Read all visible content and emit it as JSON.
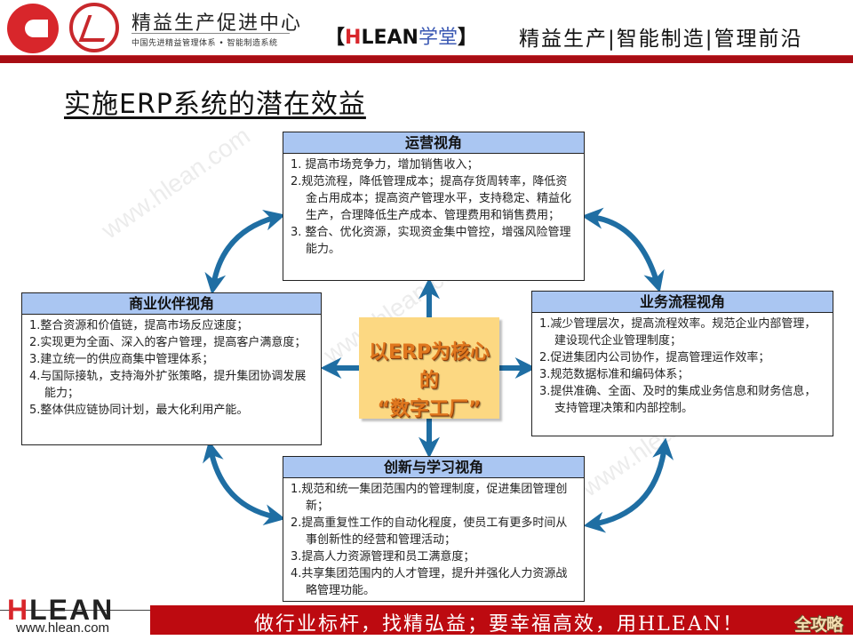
{
  "header": {
    "org_name": "精益生产促进中心",
    "org_subtitle": "中国先进精益管理体系 • 智能制造系统",
    "brand_prefix": "【",
    "brand_h": "H",
    "brand_rest": "LEAN",
    "brand_xuetang": "学堂",
    "brand_suffix": "】",
    "slogan": "精益生产|智能制造|管理前沿",
    "accent_red": "#a80d14"
  },
  "page": {
    "title": "实施ERP系统的潜在效益"
  },
  "watermark": "www.hlean.com",
  "center": {
    "line1": "以ERP为核心的",
    "line2": "“数字工厂”",
    "fill_color": "#fcd882"
  },
  "boxes": {
    "operations": {
      "title": "运营视角",
      "items": [
        "1. 提高市场竞争力，增加销售收入；",
        "2.规范流程，降低管理成本；提高存货周转率，降低资金占用成本；提高资产管理水平，支持稳定、精益化生产，合理降低生产成本、管理费用和销售费用；",
        "3. 整合、优化资源，实现资金集中管控，增强风险管理能力。"
      ]
    },
    "partners": {
      "title": "商业伙伴视角",
      "items": [
        "1.整合资源和价值链，提高市场反应速度；",
        "2.实现更为全面、深入的客户管理，提高客户满意度；",
        "3.建立统一的供应商集中管理体系；",
        "4.与国际接轨，支持海外扩张策略，提升集团协调发展能力；",
        "5.整体供应链协同计划，最大化利用产能。"
      ]
    },
    "process": {
      "title": "业务流程视角",
      "items": [
        "1.减少管理层次，提高流程效率。规范企业内部管理，建设现代企业管理制度；",
        "2.促进集团内公司协作，提高管理运作效率；",
        "3.规范数据标准和编码体系；",
        "3.提供准确、全面、及时的集成业务信息和财务信息，支持管理决策和内部控制。"
      ]
    },
    "innovation": {
      "title": "创新与学习视角",
      "items": [
        "1.规范和统一集团范围内的管理制度，促进集团管理创新；",
        "2.提高重复性工作的自动化程度，使员工有更多时间从事创新性的经营和管理活动；",
        "3.提高人力资源管理和员工满意度；",
        "4.共享集团范围内的人才管理，提升并强化人力资源战略管理功能。"
      ]
    },
    "header_color": "#aac6f2"
  },
  "arrows": {
    "color": "#1f6ea3"
  },
  "footer": {
    "logo_h": "H",
    "logo_rest": "LEAN",
    "url": "www.hlean.com",
    "slogan": "做行业标杆，找精弘益；要幸福高效，用HLEAN！",
    "badge": "全攻略"
  }
}
